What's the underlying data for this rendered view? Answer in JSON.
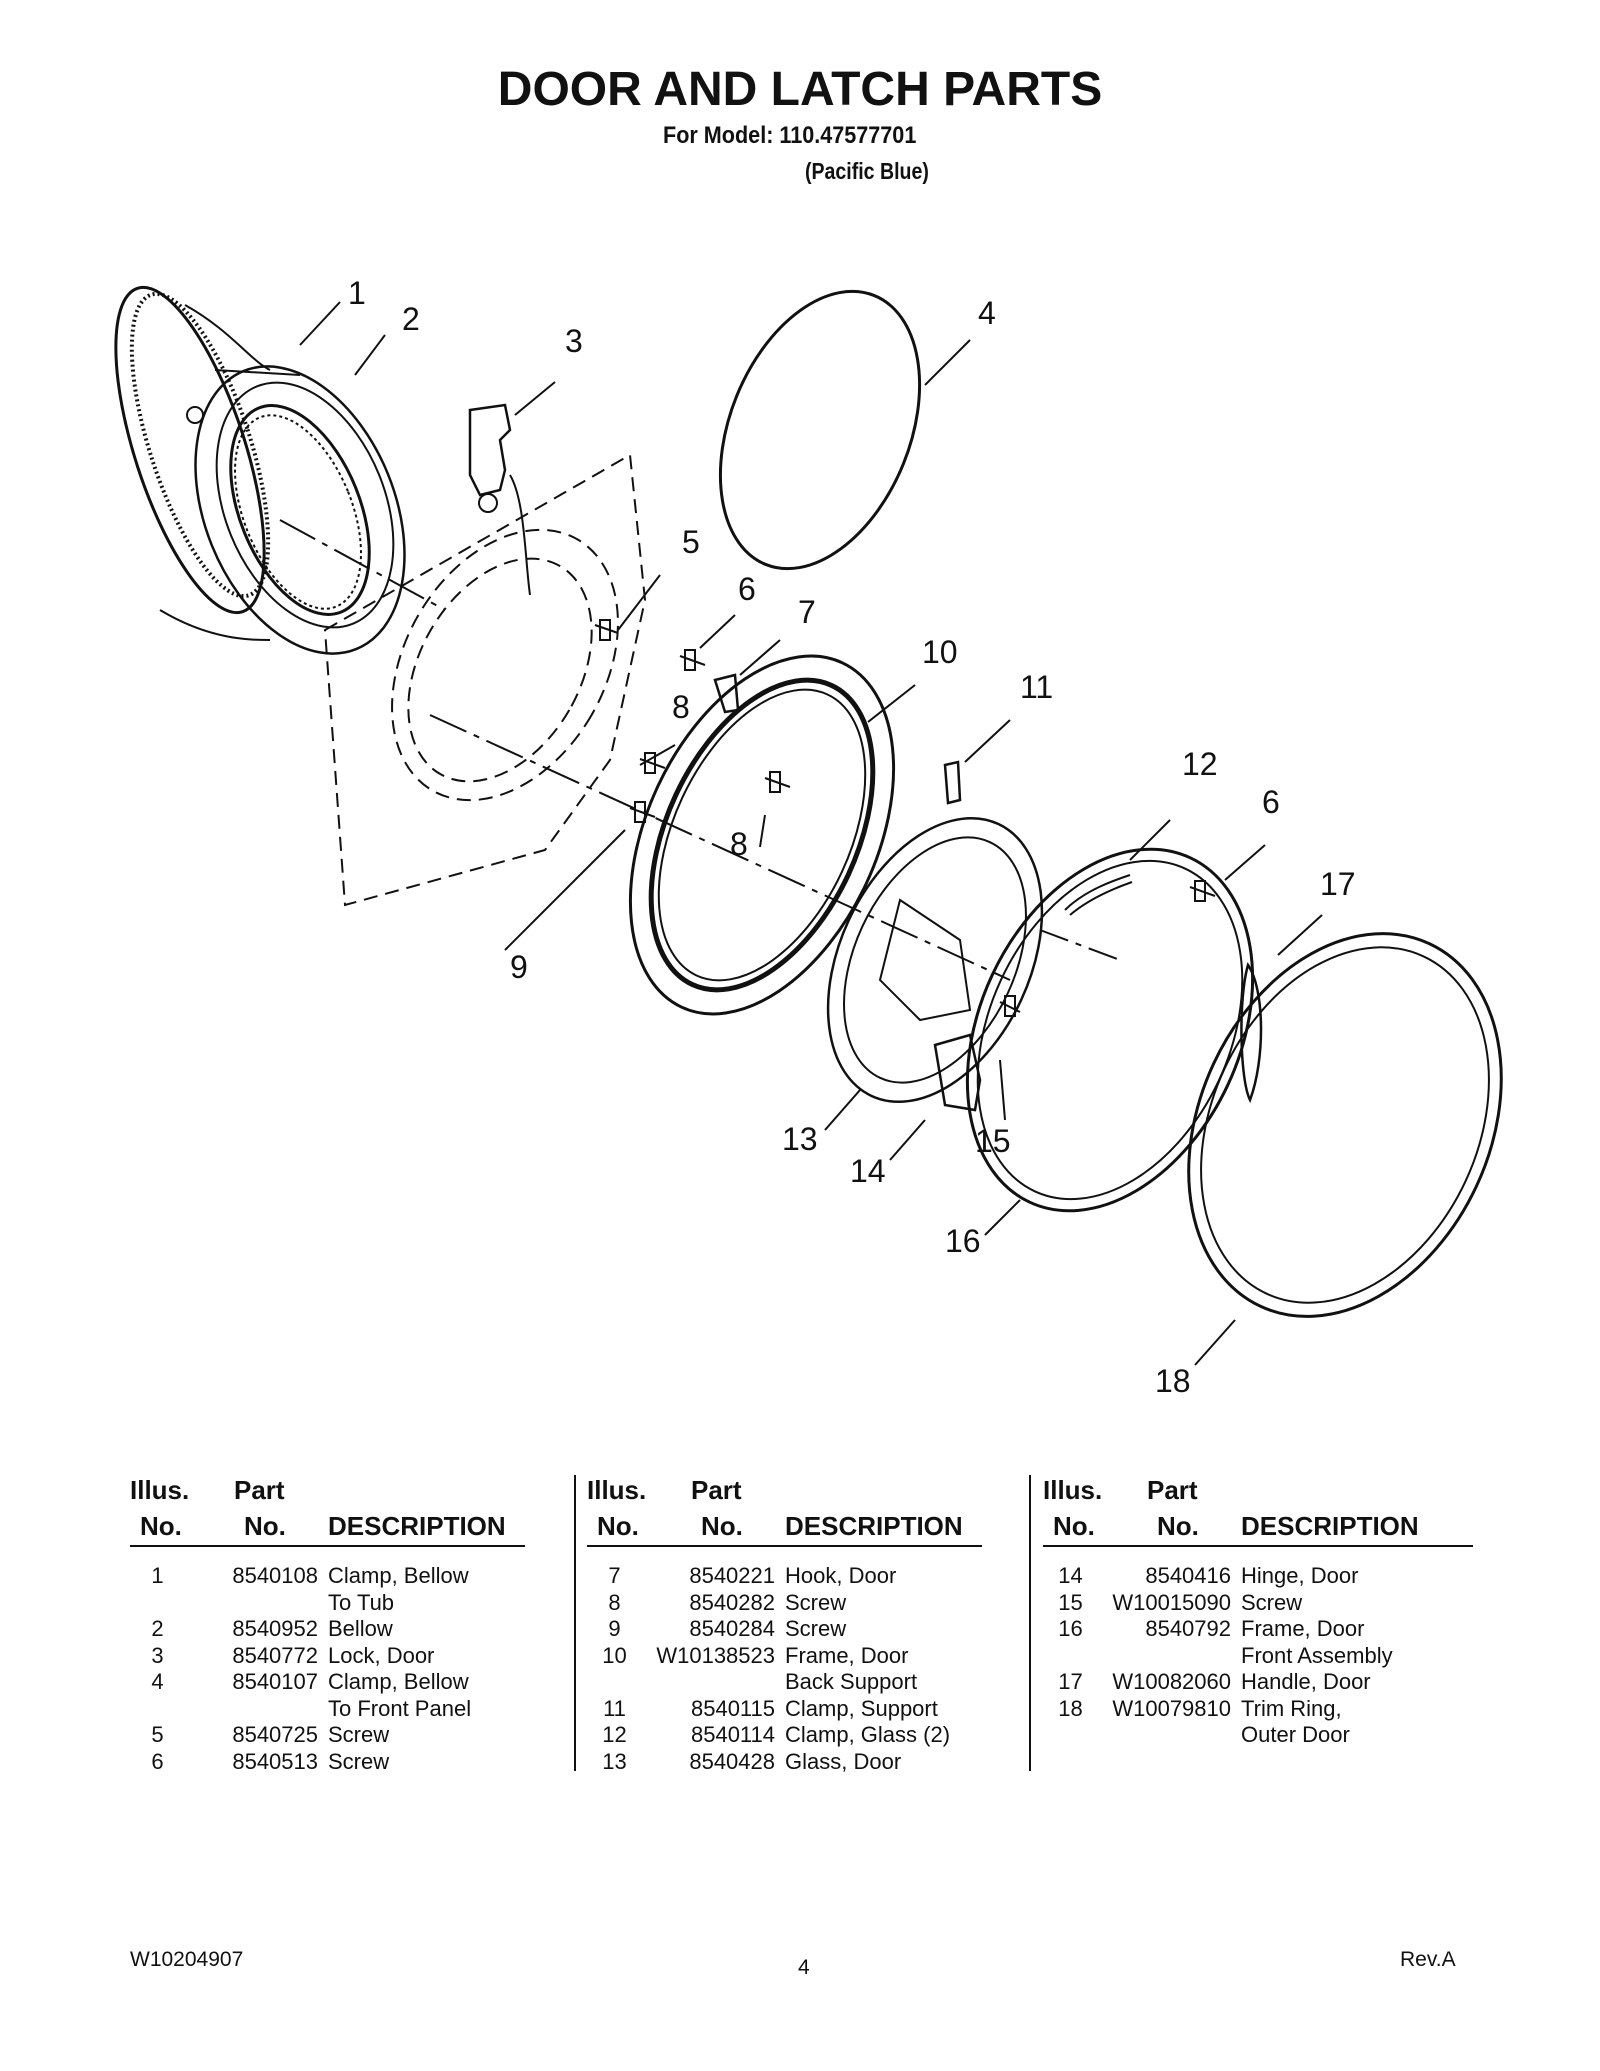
{
  "header": {
    "title": "DOOR AND LATCH PARTS",
    "model": "For Model: 110.47577701",
    "color": "(Pacific Blue)"
  },
  "callouts": [
    "1",
    "2",
    "3",
    "4",
    "5",
    "6",
    "7",
    "8",
    "9",
    "10",
    "11",
    "12",
    "6",
    "17",
    "8",
    "13",
    "14",
    "15",
    "16",
    "18"
  ],
  "table_headers": {
    "illus_line1": "Illus.",
    "illus_line2": "No.",
    "part_line1": "Part",
    "part_line2": "No.",
    "description": "DESCRIPTION"
  },
  "columns": [
    [
      {
        "no": "1",
        "part": "8540108",
        "desc": "Clamp, Bellow"
      },
      {
        "no": "",
        "part": "",
        "desc": "To Tub"
      },
      {
        "no": "2",
        "part": "8540952",
        "desc": "Bellow"
      },
      {
        "no": "3",
        "part": "8540772",
        "desc": "Lock, Door"
      },
      {
        "no": "4",
        "part": "8540107",
        "desc": "Clamp, Bellow"
      },
      {
        "no": "",
        "part": "",
        "desc": "To Front Panel"
      },
      {
        "no": "5",
        "part": "8540725",
        "desc": "Screw"
      },
      {
        "no": "6",
        "part": "8540513",
        "desc": "Screw"
      }
    ],
    [
      {
        "no": "7",
        "part": "8540221",
        "desc": "Hook, Door"
      },
      {
        "no": "8",
        "part": "8540282",
        "desc": "Screw"
      },
      {
        "no": "9",
        "part": "8540284",
        "desc": "Screw"
      },
      {
        "no": "10",
        "part": "W10138523",
        "desc": "Frame, Door"
      },
      {
        "no": "",
        "part": "",
        "desc": "Back Support"
      },
      {
        "no": "11",
        "part": "8540115",
        "desc": "Clamp, Support"
      },
      {
        "no": "12",
        "part": "8540114",
        "desc": "Clamp, Glass (2)"
      },
      {
        "no": "13",
        "part": "8540428",
        "desc": "Glass, Door"
      }
    ],
    [
      {
        "no": "14",
        "part": "8540416",
        "desc": "Hinge, Door"
      },
      {
        "no": "15",
        "part": "W10015090",
        "desc": "Screw"
      },
      {
        "no": "16",
        "part": "8540792",
        "desc": "Frame, Door"
      },
      {
        "no": "",
        "part": "",
        "desc": "Front Assembly"
      },
      {
        "no": "17",
        "part": "W10082060",
        "desc": "Handle, Door"
      },
      {
        "no": "18",
        "part": "W10079810",
        "desc": "Trim Ring,"
      },
      {
        "no": "",
        "part": "",
        "desc": "Outer Door"
      }
    ]
  ],
  "footer": {
    "doc_number": "W10204907",
    "page": "4",
    "revision": "Rev.A"
  }
}
